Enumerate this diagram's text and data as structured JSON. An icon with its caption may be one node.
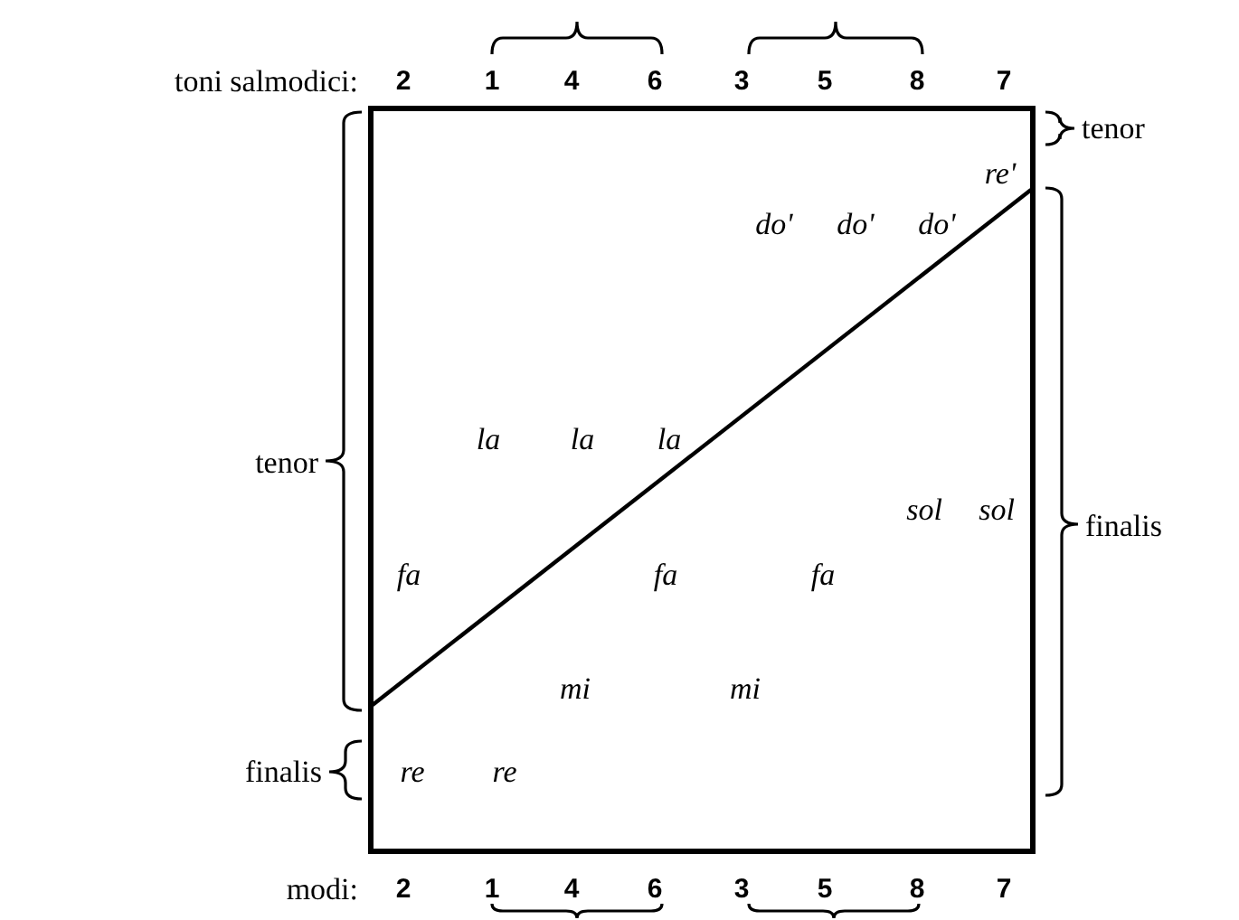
{
  "diagram": {
    "labels": [
      "toni salmodici:",
      "2",
      "1",
      "4",
      "6",
      "3",
      "5",
      "8",
      "7",
      "tenor",
      "re'",
      "do'",
      "do'",
      "do'",
      "la",
      "la",
      "la",
      "tenor",
      "sol",
      "sol",
      "finalis",
      "fa",
      "fa",
      "fa",
      "mi",
      "mi",
      "finalis",
      "re",
      "re",
      "modi:",
      "2",
      "1",
      "4",
      "6",
      "3",
      "5",
      "8",
      "7"
    ]
  }
}
